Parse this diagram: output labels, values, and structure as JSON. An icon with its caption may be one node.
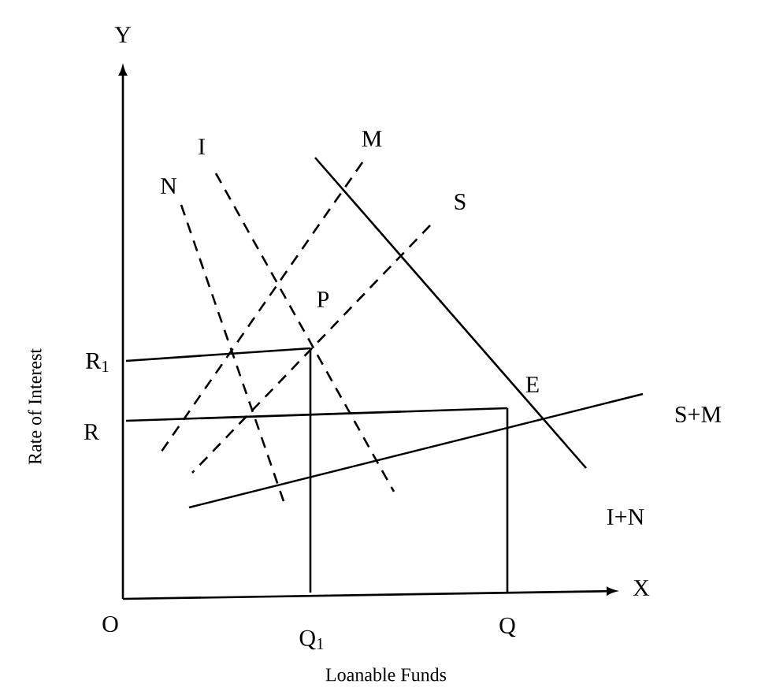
{
  "diagram": {
    "labels": [
      "Y",
      "I",
      "M",
      "N",
      "S",
      "P",
      "R$_{1}$",
      "E",
      "S+M",
      "R",
      "I+N",
      "X",
      "O",
      "Q$_{1}$",
      "Q",
      "Loanable Funds",
      "Rate of Interest"
    ]
  }
}
